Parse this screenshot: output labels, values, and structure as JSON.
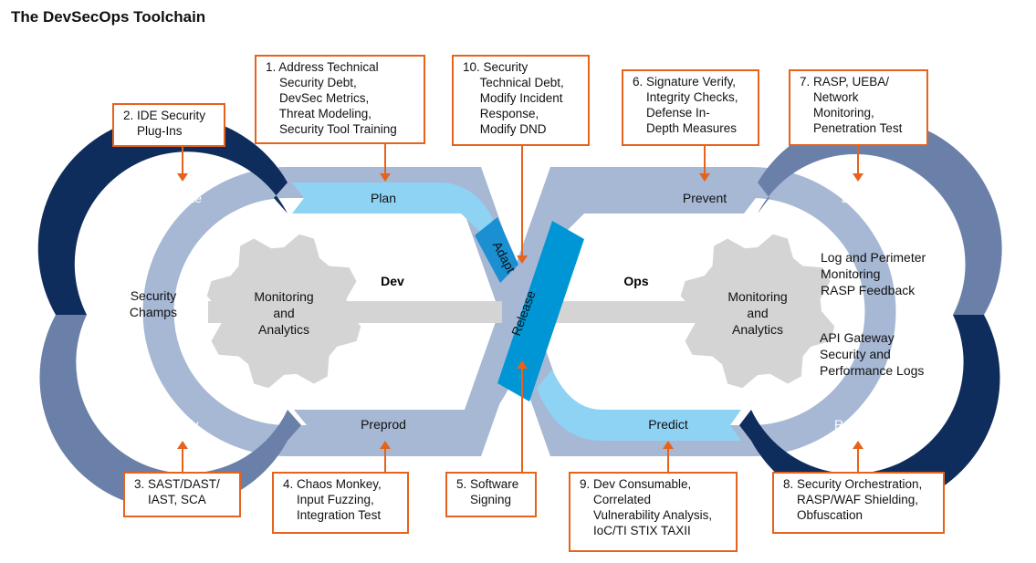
{
  "title": "The DevSecOps Toolchain",
  "colors": {
    "navy": "#0f2d5c",
    "slate": "#6b80a8",
    "light_blue": "#8fd3f4",
    "pale_blue": "#a6b8d4",
    "release_blue": "#1a8fd1",
    "gear": "#d4d4d4",
    "orange": "#e5631b"
  },
  "segments": {
    "create": "Create",
    "plan": "Plan",
    "verify": "Verify",
    "preprod": "Preprod",
    "prevent": "Prevent",
    "detect": "Detect",
    "predict": "Predict",
    "respond": "Respond",
    "adapt": "Adapt",
    "release": "Release"
  },
  "loops": {
    "dev": "Dev",
    "ops": "Ops"
  },
  "gears": {
    "left": "Monitoring\nand\nAnalytics",
    "right": "Monitoring\nand\nAnalytics"
  },
  "inner": {
    "security_champs": "Security\nChamps",
    "log_perimeter": "Log and Perimeter\nMonitoring\nRASP Feedback",
    "api_gateway": "API Gateway\nSecurity and\nPerformance Logs"
  },
  "callouts": {
    "c1": "1. Address Technical\n    Security Debt,\n    DevSec Metrics,\n    Threat Modeling,\n    Security Tool Training",
    "c2": "2. IDE Security\n    Plug-Ins",
    "c3": "3. SAST/DAST/\n    IAST, SCA",
    "c4": "4. Chaos Monkey,\n    Input Fuzzing,\n    Integration Test",
    "c5": "5. Software\n    Signing",
    "c6": "6. Signature Verify,\n    Integrity Checks,\n    Defense In-\n    Depth Measures",
    "c7": "7. RASP, UEBA/\n    Network\n    Monitoring,\n    Penetration Test",
    "c8": "8. Security Orchestration,\n    RASP/WAF Shielding,\n    Obfuscation",
    "c9": "9. Dev Consumable,\n    Correlated\n    Vulnerability Analysis,\n    IoC/TI STIX TAXII",
    "c10": "10. Security\n     Technical Debt,\n     Modify Incident\n     Response,\n     Modify DND"
  },
  "icons": [
    "gear-icon",
    "arrow-icon"
  ]
}
